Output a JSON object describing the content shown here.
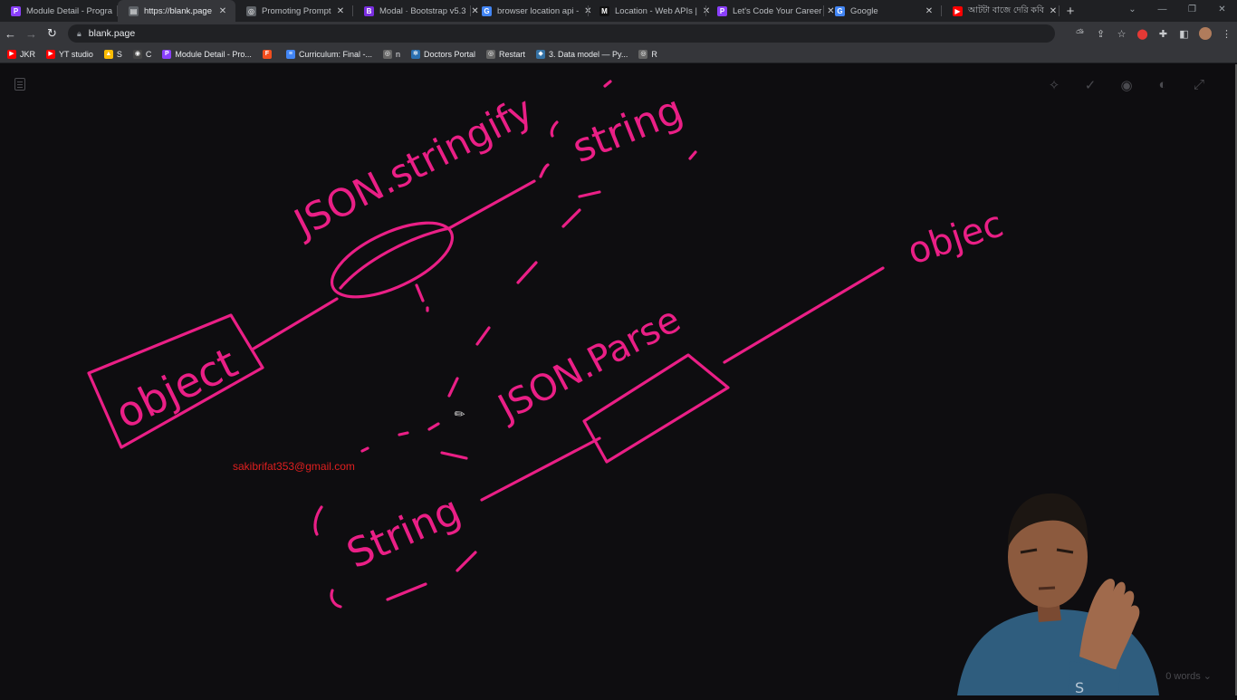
{
  "browser": {
    "tabs": [
      {
        "title": "Module Detail - Progra",
        "icon_color": "#8a3ffc",
        "icon_glyph": "P",
        "active": false
      },
      {
        "title": "https://blank.page",
        "icon_color": "#5f6368",
        "icon_glyph": "▤",
        "active": true
      },
      {
        "title": "Promoting Prompt",
        "icon_color": "#5f6368",
        "icon_glyph": "◎",
        "active": false
      },
      {
        "title": "Modal · Bootstrap v5.3",
        "icon_color": "#7a2ee0",
        "icon_glyph": "B",
        "active": false
      },
      {
        "title": "browser location api -",
        "icon_color": "#4285f4",
        "icon_glyph": "G",
        "active": false
      },
      {
        "title": "Location - Web APIs |",
        "icon_color": "#111111",
        "icon_glyph": "M",
        "active": false
      },
      {
        "title": "Let's Code Your Career",
        "icon_color": "#8a3ffc",
        "icon_glyph": "P",
        "active": false
      },
      {
        "title": "Google",
        "icon_color": "#4285f4",
        "icon_glyph": "G",
        "active": false
      },
      {
        "title": "আটটা বাজে দেরি কবি",
        "icon_color": "#ff0000",
        "icon_glyph": "▶",
        "active": false
      }
    ],
    "address": "blank.page",
    "bookmarks": [
      {
        "label": "JKR",
        "icon_color": "#ff0000",
        "icon_glyph": "▶"
      },
      {
        "label": "YT studio",
        "icon_color": "#ff0000",
        "icon_glyph": "▶"
      },
      {
        "label": "S",
        "icon_color": "#fbbc04",
        "icon_glyph": "▲"
      },
      {
        "label": "C",
        "icon_color": "#444444",
        "icon_glyph": "◉"
      },
      {
        "label": "Module Detail - Pro...",
        "icon_color": "#8a3ffc",
        "icon_glyph": "P"
      },
      {
        "label": "",
        "icon_color": "#f24e1e",
        "icon_glyph": "F"
      },
      {
        "label": "Curriculum: Final -...",
        "icon_color": "#4285f4",
        "icon_glyph": "≡"
      },
      {
        "label": "n",
        "icon_color": "#666666",
        "icon_glyph": "◎"
      },
      {
        "label": "Doctors Portal",
        "icon_color": "#2a6fb0",
        "icon_glyph": "✻"
      },
      {
        "label": "Restart",
        "icon_color": "#666666",
        "icon_glyph": "◎"
      },
      {
        "label": "3. Data model — Py...",
        "icon_color": "#3572a5",
        "icon_glyph": "◆"
      },
      {
        "label": "R",
        "icon_color": "#666666",
        "icon_glyph": "◎"
      }
    ]
  },
  "canvas": {
    "email": "sakibrifat353@gmail.com",
    "word_count": "0 words ⌄",
    "ink_color": "#ea1f86",
    "handwriting": {
      "stringify_label": "JSON.stringify",
      "string_top": "string",
      "object_left": "object",
      "parse_label": "JSON.Parse",
      "string_bottom": "String",
      "object_right": "objec"
    }
  }
}
